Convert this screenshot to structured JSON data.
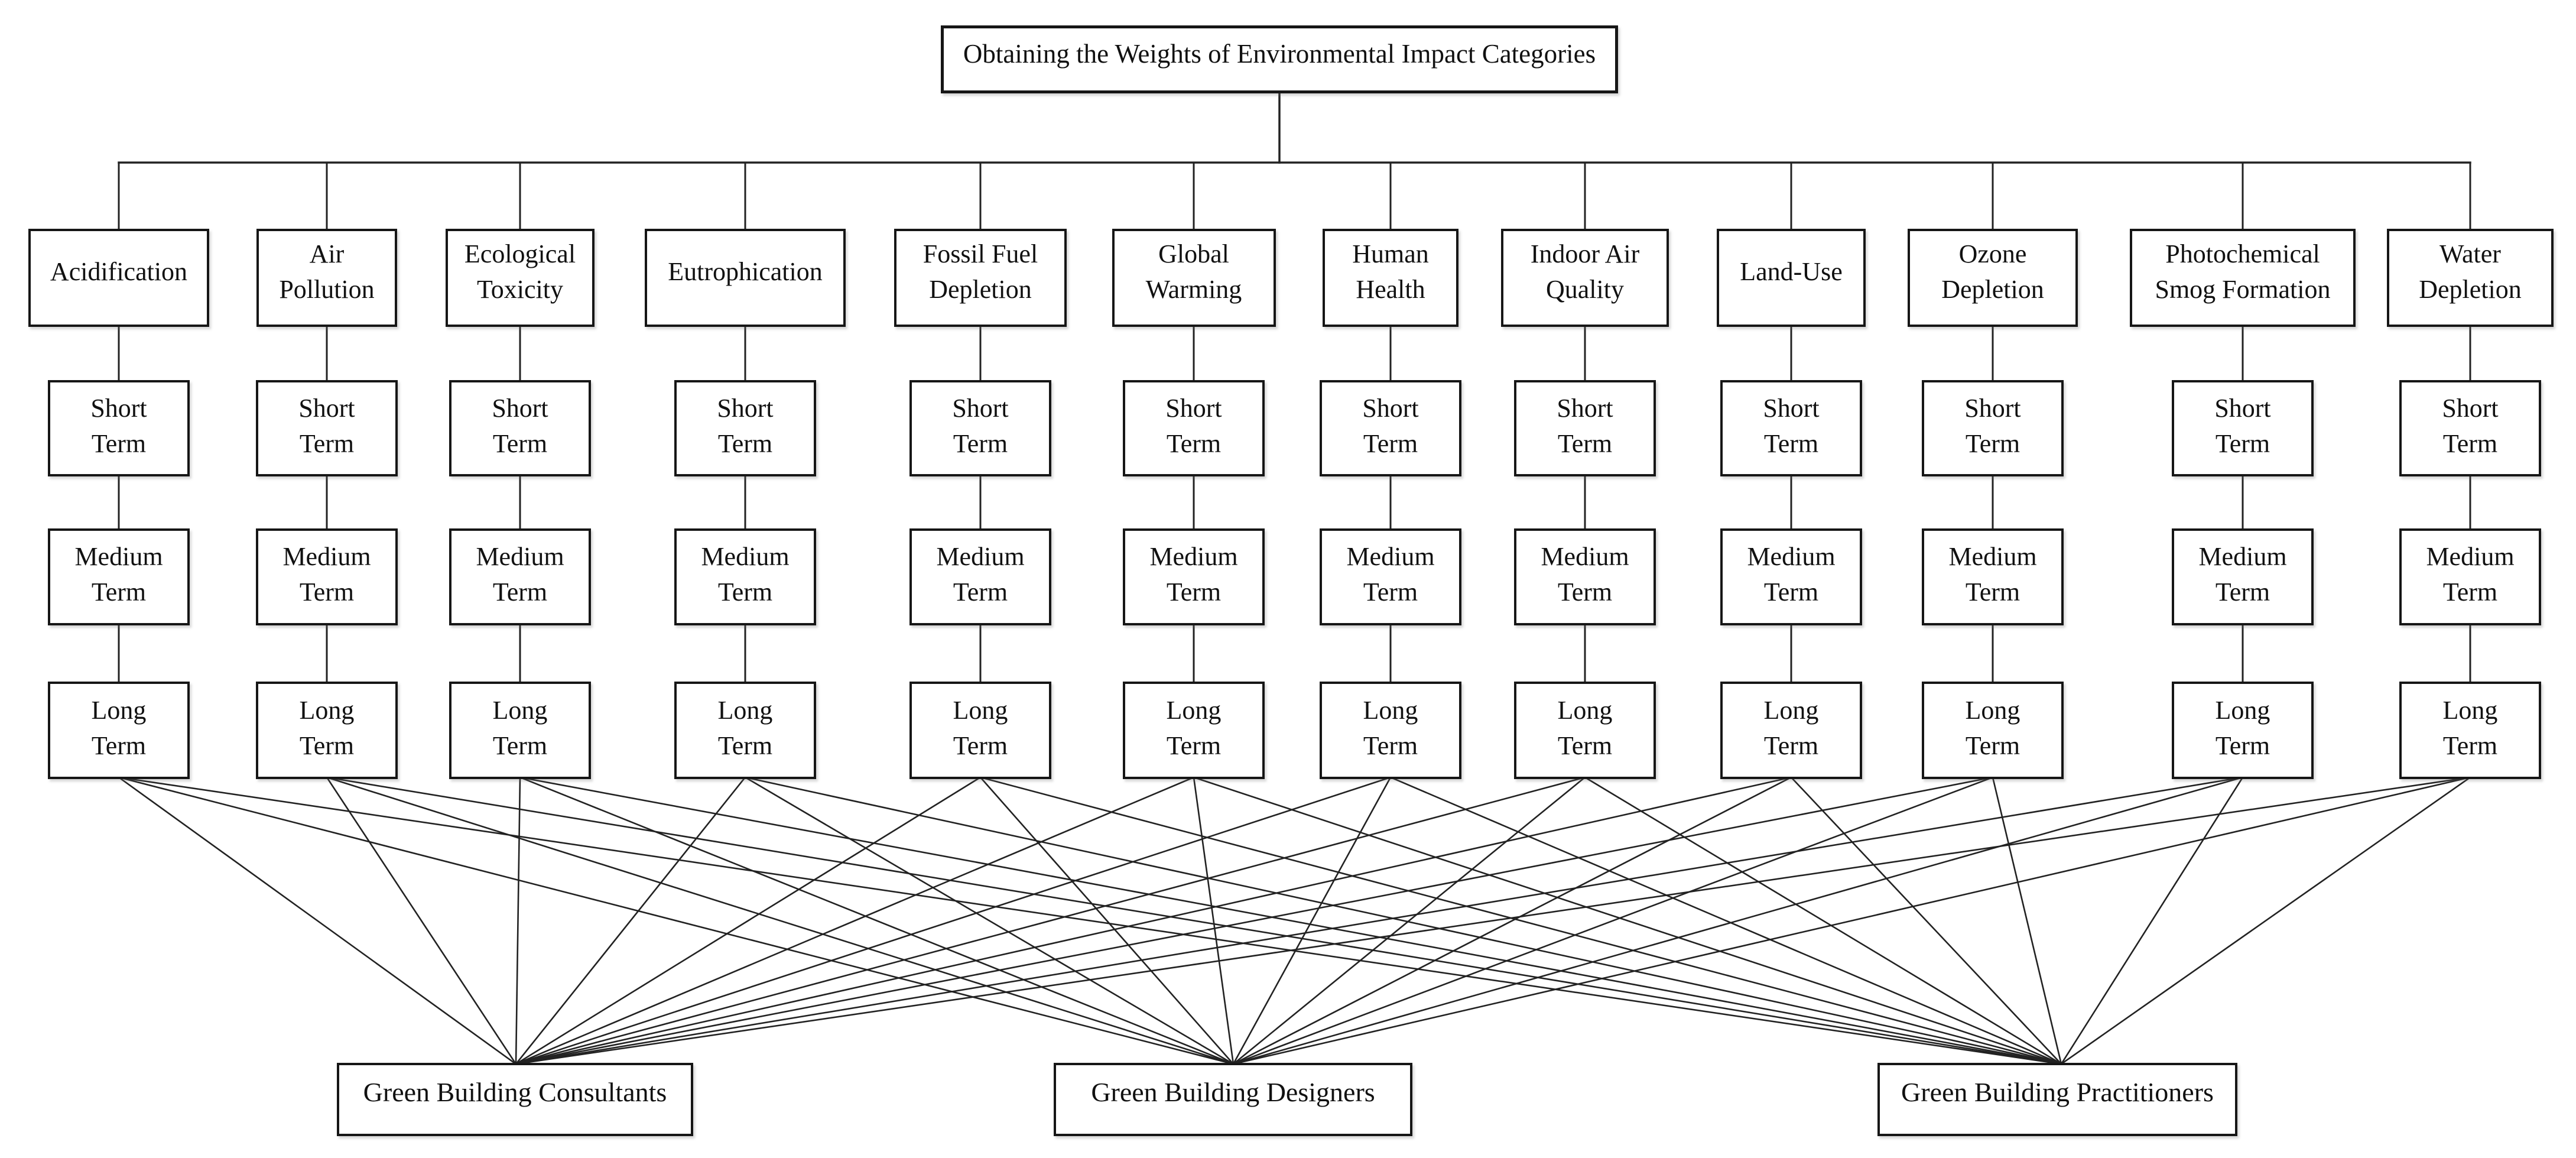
{
  "diagram": {
    "title": "Obtaining the Weights of Environmental Impact Categories",
    "categories": [
      {
        "label": "Acidification",
        "lines": [
          "Acidification"
        ]
      },
      {
        "label": "Air Pollution",
        "lines": [
          "Air",
          "Pollution"
        ]
      },
      {
        "label": "Ecological Toxicity",
        "lines": [
          "Ecological",
          "Toxicity"
        ]
      },
      {
        "label": "Eutrophication",
        "lines": [
          "Eutrophication"
        ]
      },
      {
        "label": "Fossil Fuel Depletion",
        "lines": [
          "Fossil Fuel",
          "Depletion"
        ]
      },
      {
        "label": "Global Warming",
        "lines": [
          "Global",
          "Warming"
        ]
      },
      {
        "label": "Human Health",
        "lines": [
          "Human",
          "Health"
        ]
      },
      {
        "label": "Indoor Air Quality",
        "lines": [
          "Indoor Air",
          "Quality"
        ]
      },
      {
        "label": "Land-Use",
        "lines": [
          "Land-Use"
        ]
      },
      {
        "label": "Ozone Depletion",
        "lines": [
          "Ozone",
          "Depletion"
        ]
      },
      {
        "label": "Photochemical Smog Formation",
        "lines": [
          "Photochemical",
          "Smog Formation"
        ]
      },
      {
        "label": "Water Depletion",
        "lines": [
          "Water",
          "Depletion"
        ]
      }
    ],
    "time_horizons": [
      {
        "label": "Short Term",
        "lines": [
          "Short",
          "Term"
        ]
      },
      {
        "label": "Medium Term",
        "lines": [
          "Medium",
          "Term"
        ]
      },
      {
        "label": "Long Term",
        "lines": [
          "Long",
          "Term"
        ]
      }
    ],
    "stakeholders": [
      "Green Building Consultants",
      "Green Building Designers",
      "Green Building Practitioners"
    ],
    "colors": {
      "background": "#ffffff",
      "box_border": "#161616",
      "line": "#222222",
      "text": "#111111"
    }
  }
}
